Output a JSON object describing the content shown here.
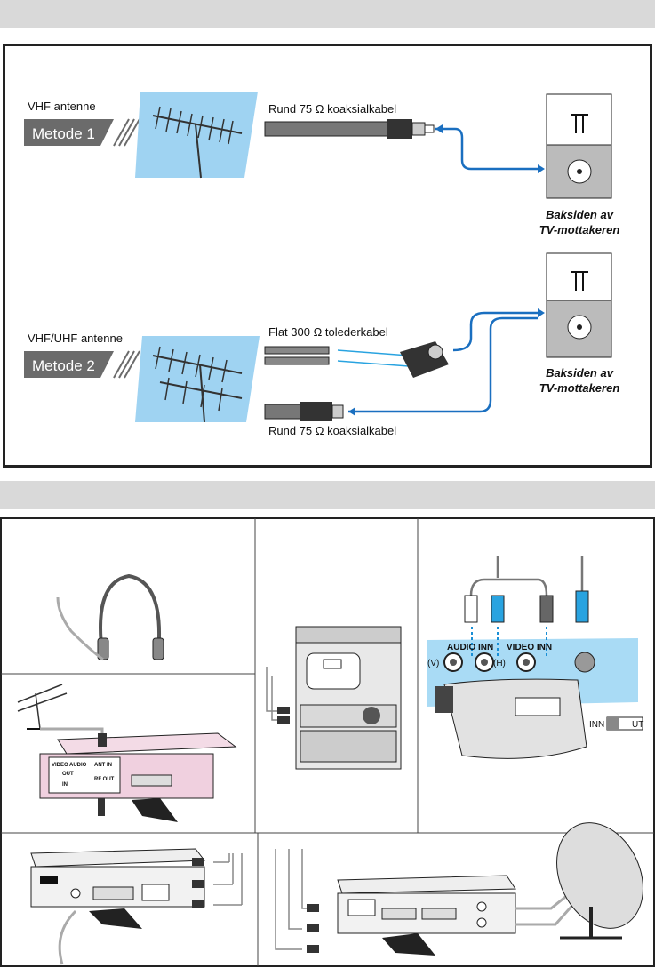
{
  "section1": {
    "method1": {
      "antenna_label": "VHF antenne",
      "badge": "Metode 1",
      "cable_label": "Rund 75 Ω koaksialkabel",
      "tv_back_line1": "Baksiden av",
      "tv_back_line2": "TV-mottakeren"
    },
    "method2": {
      "antenna_label": "VHF/UHF antenne",
      "badge": "Metode 2",
      "flat_cable_label": "Flat 300 Ω tolederkabel",
      "coax_cable_label": "Rund 75 Ω koaksialkabel",
      "tv_back_line1": "Baksiden av",
      "tv_back_line2": "TV-mottakeren"
    }
  },
  "section2": {
    "camcorder": {
      "audio_in": "AUDIO INN",
      "video_in": "VIDEO INN",
      "left": "(V)",
      "right": "(H)",
      "switch_in": "INN",
      "switch_out": "UT"
    },
    "vcr": {
      "video": "VIDEO",
      "audio": "AUDIO",
      "out": "OUT",
      "in": "IN",
      "ant_in": "ANT IN",
      "rf_out": "RF OUT"
    }
  },
  "colors": {
    "header_bar": "#d9d9d9",
    "sky_blue": "#9fd3f2",
    "arrow_blue": "#1a6fc0",
    "metode_badge": "#6b6b6b"
  }
}
